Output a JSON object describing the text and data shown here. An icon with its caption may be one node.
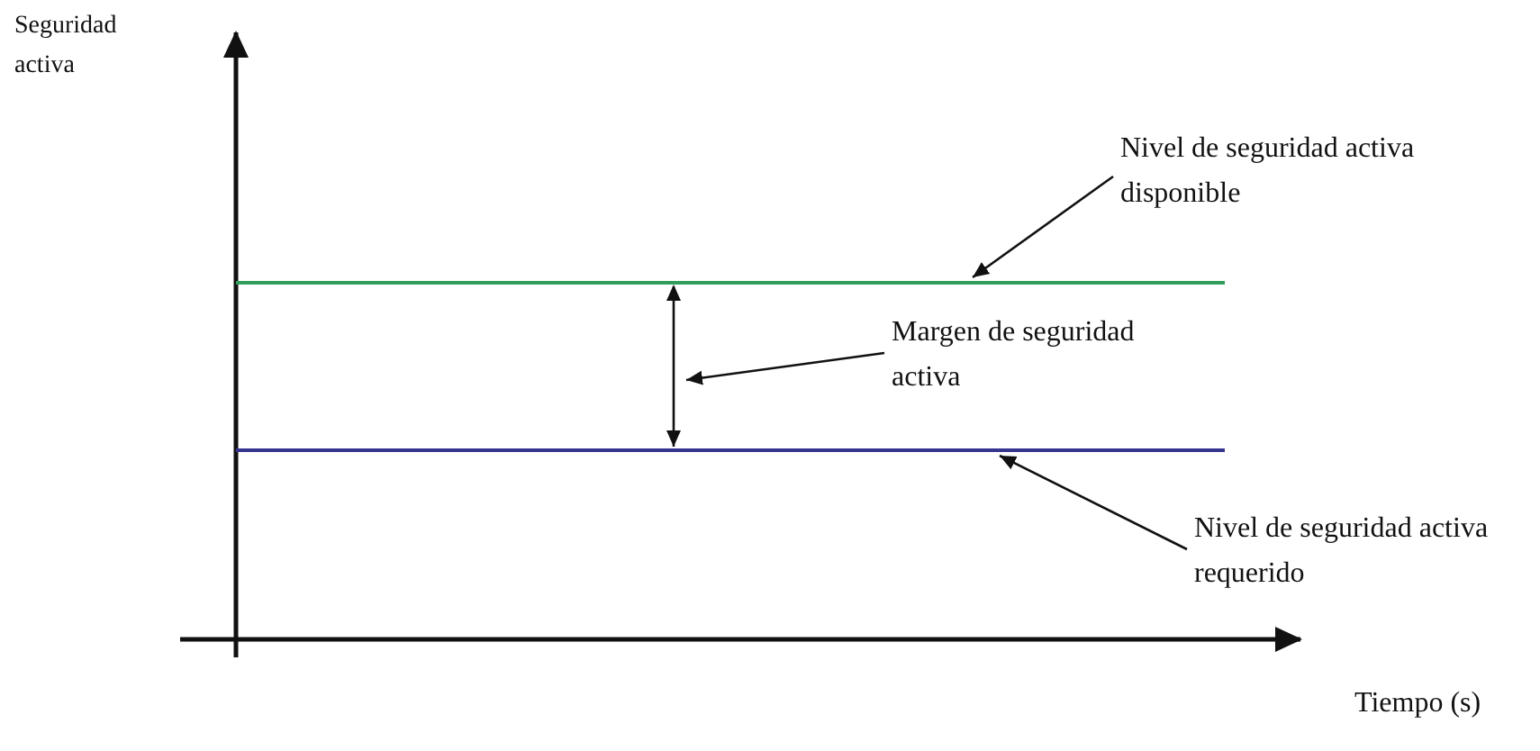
{
  "diagram": {
    "nodes": [
      {
        "text": [
          "Nivel de seguridad activa disponible"
        ]
      },
      {
        "text": [],
        "shape": "line"
      },
      {
        "text": [
          "Margen de seguridad activa"
        ]
      },
      {
        "text": [],
        "shape": "arrow"
      },
      {
        "text": [],
        "shape": "line"
      },
      {
        "text": [
          "Nivel de seguridad activa requerido"
        ]
      }
    ],
    "edges": [
      {
        "from": 0,
        "to": 1,
        "arrow": "to"
      },
      {
        "from": 2,
        "to": 3,
        "arrow": "to"
      },
      {
        "from": 5,
        "to": 4,
        "arrow": "to"
      }
    ],
    "labels": [
      "Seguridad activa",
      "Tiempo (s)"
    ]
  }
}
